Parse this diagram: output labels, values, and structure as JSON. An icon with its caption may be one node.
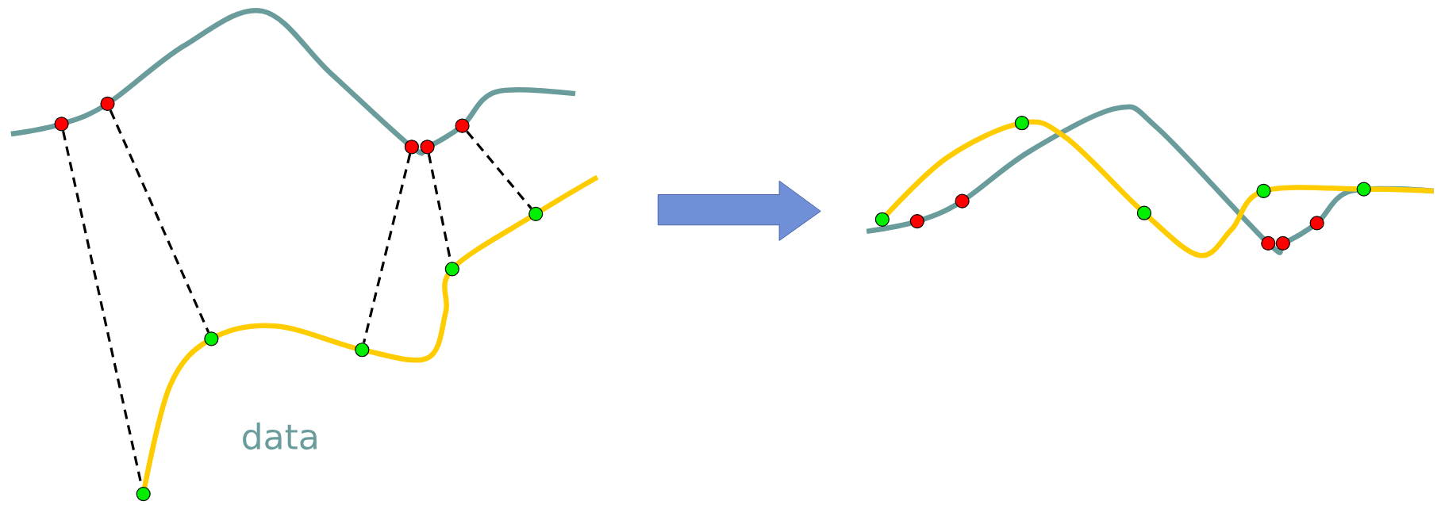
{
  "diagram": {
    "nodes": [
      {
        "text": [],
        "shape": "circle"
      },
      {
        "text": [],
        "shape": "circle"
      },
      {
        "text": [],
        "shape": "circle"
      },
      {
        "text": [],
        "shape": "circle"
      },
      {
        "text": [],
        "shape": "circle"
      },
      {
        "text": [],
        "shape": "circle"
      },
      {
        "text": [],
        "shape": "circle"
      },
      {
        "text": [],
        "shape": "circle"
      },
      {
        "text": [],
        "shape": "circle"
      },
      {
        "text": [],
        "shape": "circle"
      },
      {
        "text": [],
        "shape": "circle"
      },
      {
        "text": [],
        "shape": "circle"
      },
      {
        "text": [],
        "shape": "circle"
      },
      {
        "text": [],
        "shape": "circle"
      },
      {
        "text": [],
        "shape": "circle"
      },
      {
        "text": [],
        "shape": "circle"
      },
      {
        "text": [],
        "shape": "circle"
      },
      {
        "text": [],
        "shape": "circle"
      },
      {
        "text": [],
        "shape": "circle"
      },
      {
        "text": [],
        "shape": "circle"
      }
    ],
    "edges": [
      {
        "from": 0,
        "to": 2,
        "arrow": "none",
        "style": "dashed"
      },
      {
        "from": 1,
        "to": 3,
        "arrow": "none",
        "style": "dashed"
      },
      {
        "from": 5,
        "to": 4,
        "arrow": "none",
        "style": "dashed"
      },
      {
        "from": 6,
        "to": 7,
        "arrow": "none",
        "style": "dashed"
      },
      {
        "from": 8,
        "to": 9,
        "arrow": "none",
        "style": "dashed"
      }
    ],
    "labels": [
      "data"
    ]
  }
}
